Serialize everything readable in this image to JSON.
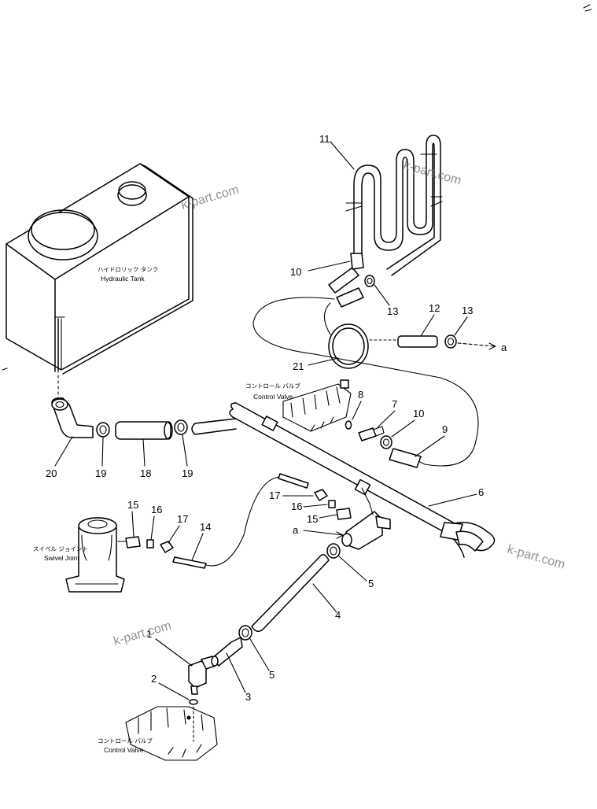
{
  "components": {
    "hydraulic_tank": {
      "jp": "ハイドロリック タンク",
      "en": "Hydraulic Tank"
    },
    "control_valve_upper": {
      "jp": "コントロール バルブ",
      "en": "Control Valve"
    },
    "control_valve_lower": {
      "jp": "コントロール バルブ",
      "en": "Control Valve"
    },
    "swivel_joint": {
      "jp": "スイベル ジョイント",
      "en": "Swivel Joint"
    }
  },
  "callouts": {
    "c1": "1",
    "c2": "2",
    "c3": "3",
    "c4": "4",
    "c5a": "5",
    "c5b": "5",
    "c6": "6",
    "c7": "7",
    "c8": "8",
    "c9": "9",
    "c10a": "10",
    "c10b": "10",
    "c11": "11",
    "c12": "12",
    "c13a": "13",
    "c13b": "13",
    "c14": "14",
    "c15a": "15",
    "c15b": "15",
    "c16a": "16",
    "c16b": "16",
    "c17a": "17",
    "c17b": "17",
    "c18": "18",
    "c19a": "19",
    "c19b": "19",
    "c20": "20",
    "c21": "21"
  },
  "connection_marks": {
    "a_right": "a",
    "a_left": "a"
  },
  "watermark": {
    "text": "k-part.com"
  }
}
